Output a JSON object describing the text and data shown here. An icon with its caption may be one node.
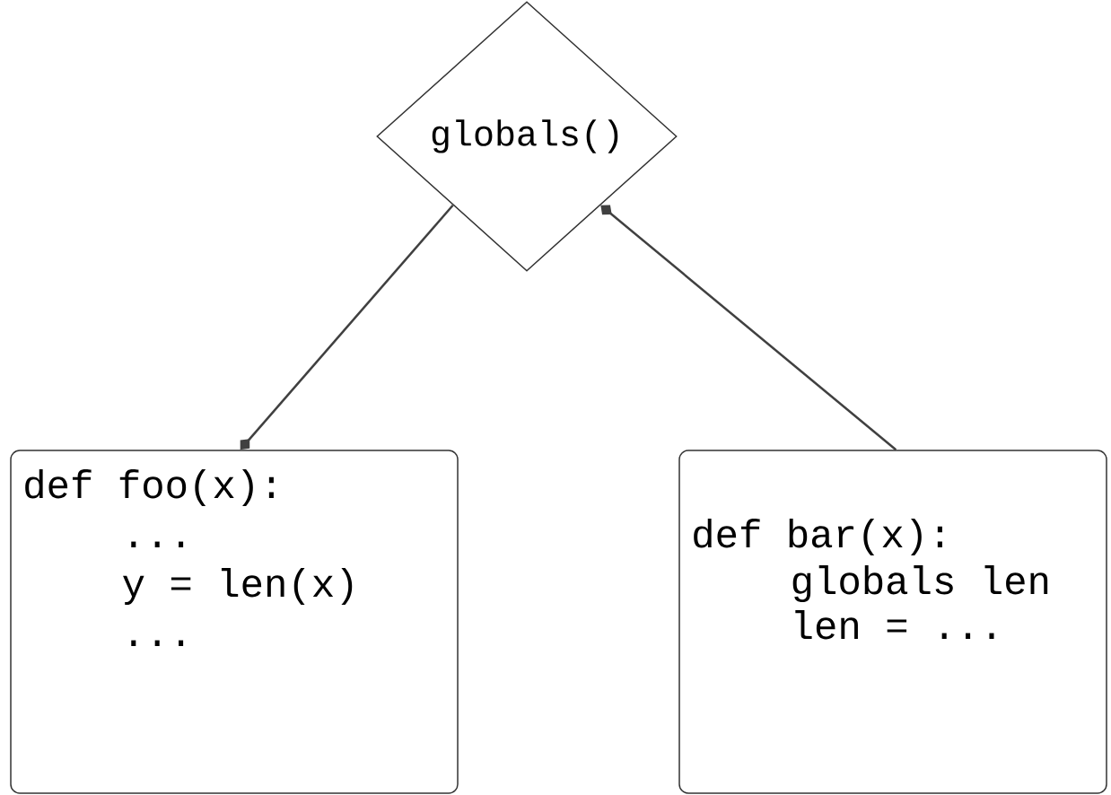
{
  "diagram": {
    "nodes": [
      {
        "text": [
          "globals()"
        ]
      },
      {
        "text": [
          "def foo(x):",
          "...",
          "y = len(x)",
          "..."
        ]
      },
      {
        "text": [
          "def bar(x):",
          "globals len",
          "len = ..."
        ]
      }
    ],
    "edges": [
      {
        "from": 0,
        "to": 1,
        "arrow": "other"
      },
      {
        "from": 2,
        "to": 0,
        "arrow": "other"
      }
    ]
  }
}
